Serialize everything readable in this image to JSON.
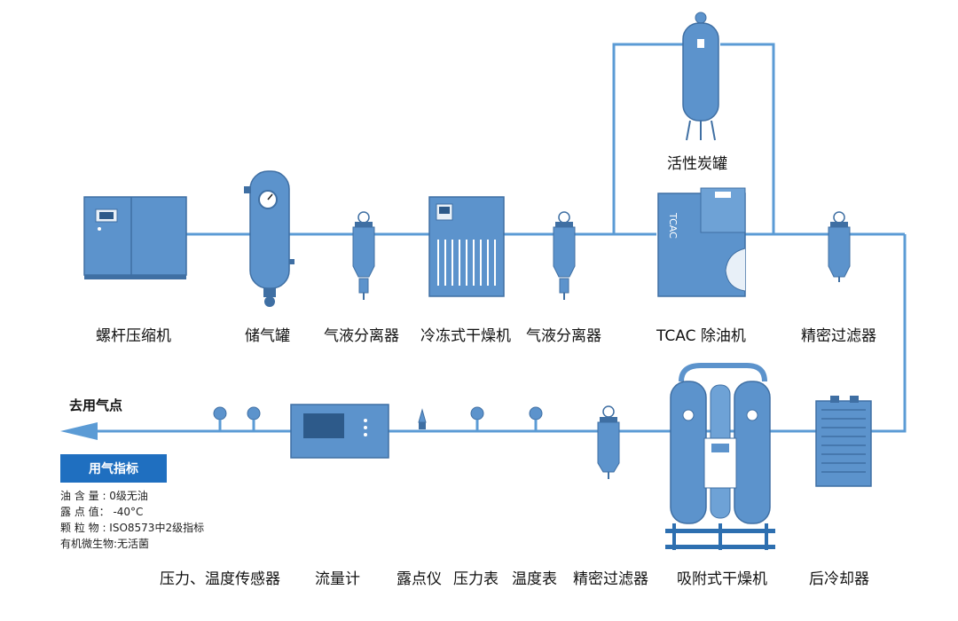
{
  "labels": {
    "screw_compressor": "螺杆压缩机",
    "air_tank": "储气罐",
    "separator_1": "气液分离器",
    "refrigerated_dryer": "冷冻式干燥机",
    "separator_2": "气液分离器",
    "tcac_oil_remover": "TCAC 除油机",
    "precision_filter_top": "精密过滤器",
    "activated_carbon_tank": "活性炭罐",
    "aftercooler": "后冷却器",
    "adsorption_dryer": "吸附式干燥机",
    "precision_filter_bottom": "精密过滤器",
    "thermometer": "温度表",
    "pressure_gauge": "压力表",
    "dew_point_meter": "露点仪",
    "flow_meter": "流量计",
    "pt_sensor": "压力、温度传感器",
    "to_use_point": "去用气点"
  },
  "device_text": {
    "tcac": "TCAC"
  },
  "specs": {
    "title": "用气指标",
    "items": [
      "油 含 量 : 0级无油",
      "露 点 值： -40°C",
      "颗 粒 物 : ISO8573中2级指标",
      "有机微生物:无活菌"
    ]
  },
  "colors": {
    "pipe": "#5b9bd5",
    "equipment": "#5c93cc",
    "equipment_dark": "#3f6fa3",
    "accent": "#1f6fc0"
  }
}
